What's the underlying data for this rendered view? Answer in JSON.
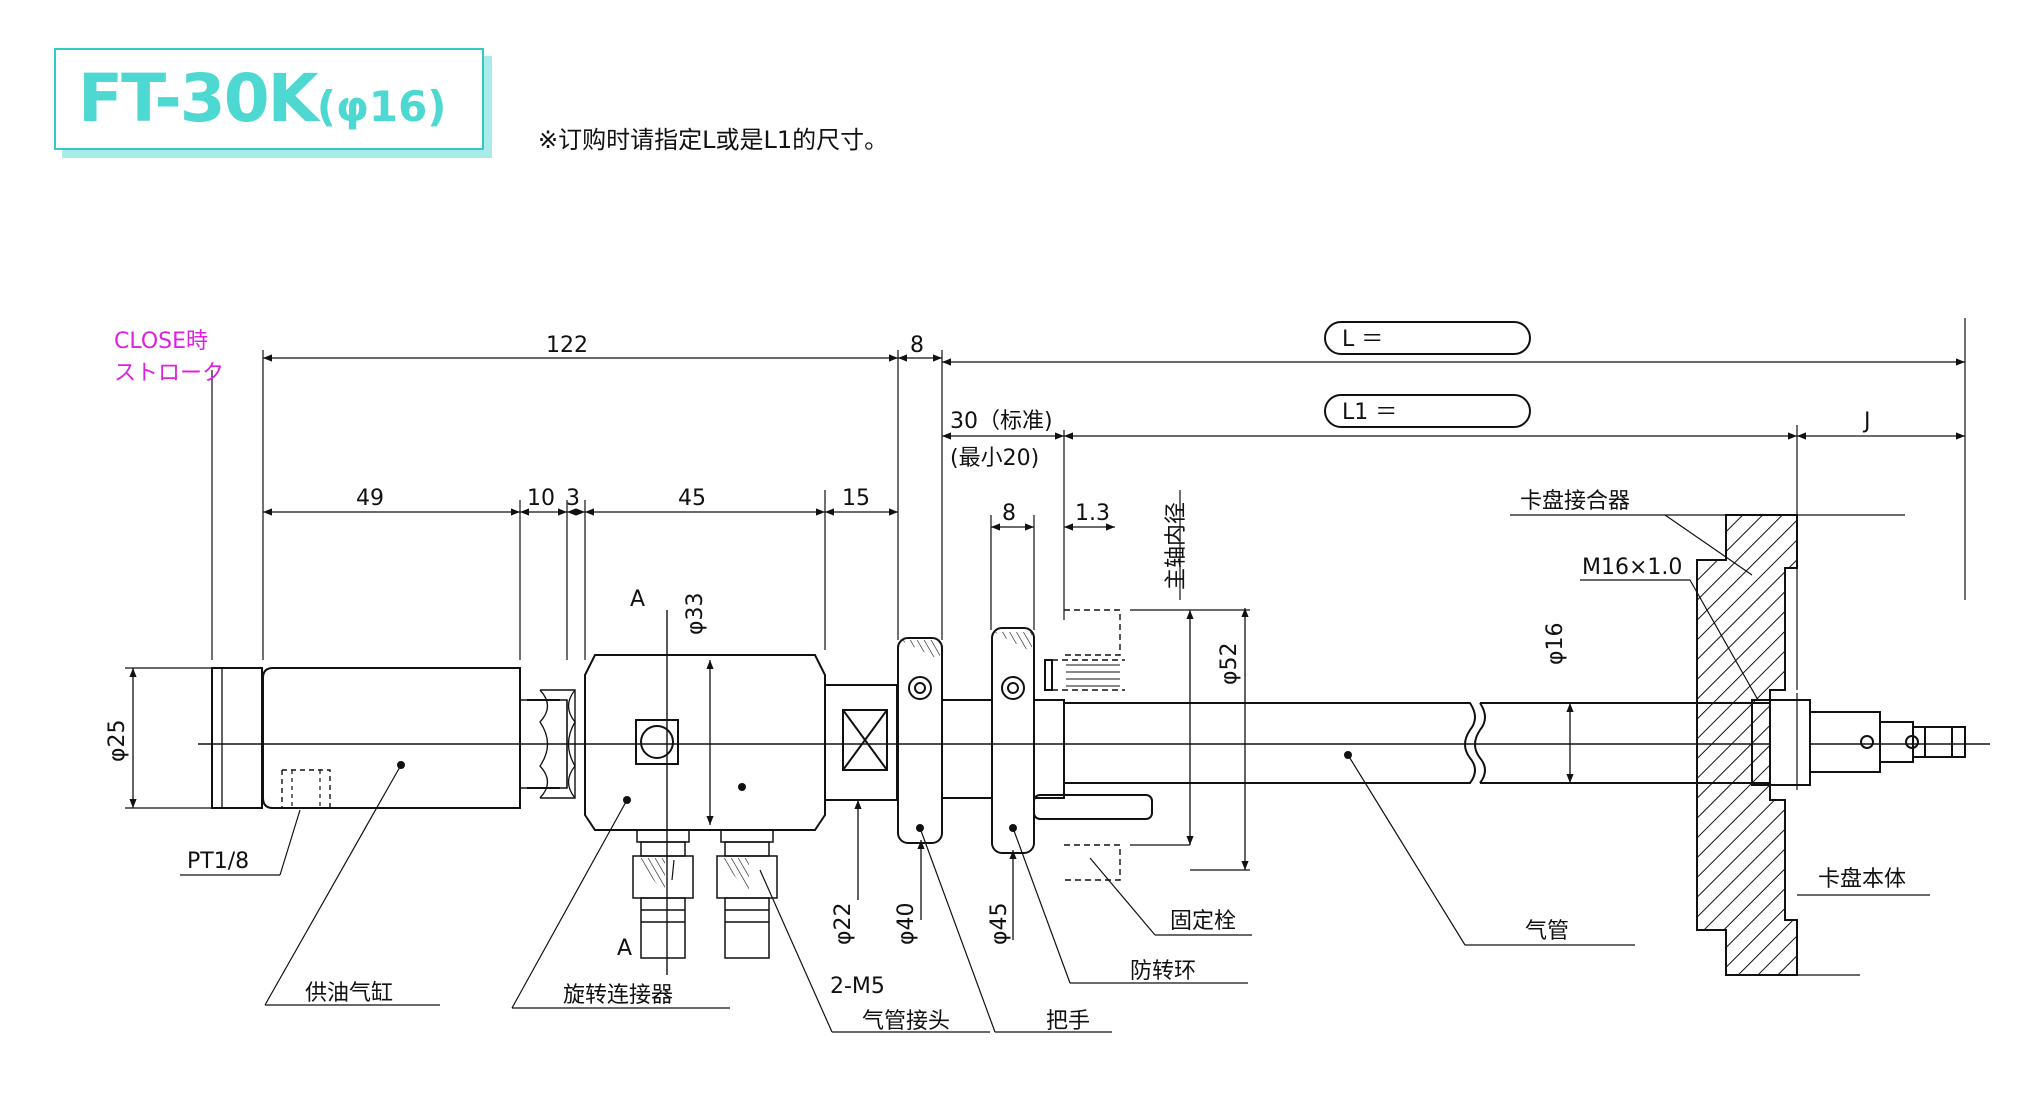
{
  "title": {
    "main": "FT-30K",
    "sub": "(φ16)"
  },
  "note": "※订购时请指定L或是L1的尺寸。",
  "close_stroke": {
    "line1": "CLOSE時",
    "line2": "ストローク"
  },
  "dims": {
    "d122": "122",
    "d8": "8",
    "d49": "49",
    "d10": "10",
    "d3": "3",
    "d45": "45",
    "d15": "15",
    "d30": "30（标准)",
    "d30b": "(最小20)",
    "d8b": "8",
    "d13": "1.3",
    "J": "J",
    "L": "L ＝",
    "L1": "L1 ＝",
    "phi25": "φ25",
    "phi33": "φ33",
    "phi52": "φ52",
    "phi16": "φ16",
    "phi22": "φ22",
    "phi40": "φ40",
    "phi45": "φ45"
  },
  "labels": {
    "section_a_top": "A",
    "section_a_bottom": "A",
    "spindle_bore": "主轴内径",
    "chuck_adapter": "卡盘接合器",
    "thread": "M16×1.0",
    "chuck_body": "卡盘本体",
    "pt18": "PT1/8",
    "oil_cylinder": "供油气缸",
    "rotary_joint": "旋转连接器",
    "m5": "2-M5",
    "air_fitting": "气管接头",
    "handle": "把手",
    "anti_rotation_ring": "防转环",
    "fixing_pin": "固定栓",
    "air_tube": "气管"
  },
  "colors": {
    "title": "#4ed8d2",
    "title_border": "#33c9c4",
    "title_shadow": "#a9ebe8",
    "stroke_note": "#e020e0",
    "ink": "#111111"
  }
}
